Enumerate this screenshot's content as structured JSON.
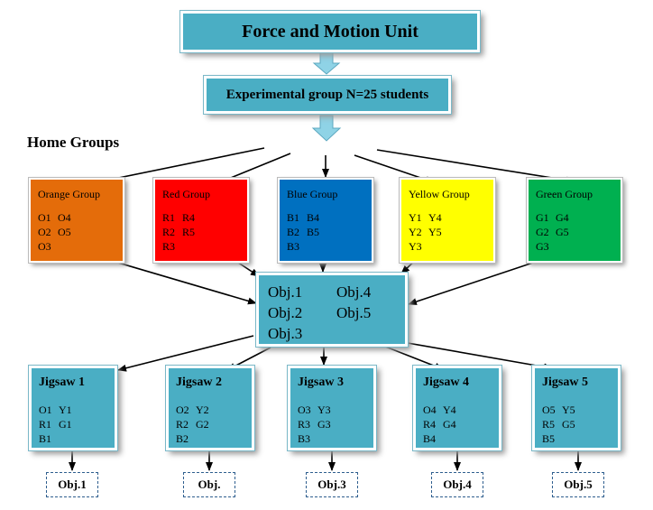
{
  "title": "Force and Motion Unit",
  "experimental": "Experimental group N=25 students",
  "home_groups_label": "Home Groups",
  "groups": [
    {
      "name": "Orange Group",
      "color": "#e46c0a",
      "rows": [
        [
          "O1",
          "O4"
        ],
        [
          "O2",
          "O5"
        ],
        [
          "O3",
          ""
        ]
      ]
    },
    {
      "name": "Red Group",
      "color": "#ff0000",
      "rows": [
        [
          "R1",
          "R4"
        ],
        [
          "R2",
          "R5"
        ],
        [
          "R3",
          ""
        ]
      ]
    },
    {
      "name": "Blue  Group",
      "color": "#0070c0",
      "rows": [
        [
          "B1",
          "B4"
        ],
        [
          "B2",
          "B5"
        ],
        [
          "B3",
          ""
        ]
      ]
    },
    {
      "name": "Yellow Group",
      "color": "#ffff00",
      "rows": [
        [
          "Y1",
          "Y4"
        ],
        [
          "Y2",
          "Y5"
        ],
        [
          "Y3",
          ""
        ]
      ]
    },
    {
      "name": "Green Group",
      "color": "#00b050",
      "rows": [
        [
          "G1",
          "G4"
        ],
        [
          "G2",
          "G5"
        ],
        [
          "G3",
          ""
        ]
      ]
    }
  ],
  "objectives": [
    [
      "Obj.1",
      "Obj.4"
    ],
    [
      "Obj.2",
      "Obj.5"
    ],
    [
      "Obj.3",
      ""
    ]
  ],
  "jigsaws": [
    {
      "name": "Jigsaw 1",
      "rows": [
        [
          "O1",
          "Y1"
        ],
        [
          "R1",
          "G1"
        ],
        [
          "B1",
          ""
        ]
      ],
      "output": "Obj.1"
    },
    {
      "name": "Jigsaw 2",
      "rows": [
        [
          "O2",
          "Y2"
        ],
        [
          "R2",
          "G2"
        ],
        [
          "B2",
          ""
        ]
      ],
      "output": "Obj."
    },
    {
      "name": "Jigsaw 3",
      "rows": [
        [
          "O3",
          "Y3"
        ],
        [
          "R3",
          "G3"
        ],
        [
          "B3",
          ""
        ]
      ],
      "output": "Obj.3"
    },
    {
      "name": "Jigsaw 4",
      "rows": [
        [
          "O4",
          "Y4"
        ],
        [
          "R4",
          "G4"
        ],
        [
          "B4",
          ""
        ]
      ],
      "output": "Obj.4"
    },
    {
      "name": "Jigsaw 5",
      "rows": [
        [
          "O5",
          "Y5"
        ],
        [
          "R5",
          "G5"
        ],
        [
          "B5",
          ""
        ]
      ],
      "output": "Obj.5"
    }
  ],
  "colors": {
    "box_fill": "#4aaec4",
    "arrow": "#000000",
    "block_arrow": "#8fd3e6",
    "dashed_border": "#2e5e8e"
  }
}
